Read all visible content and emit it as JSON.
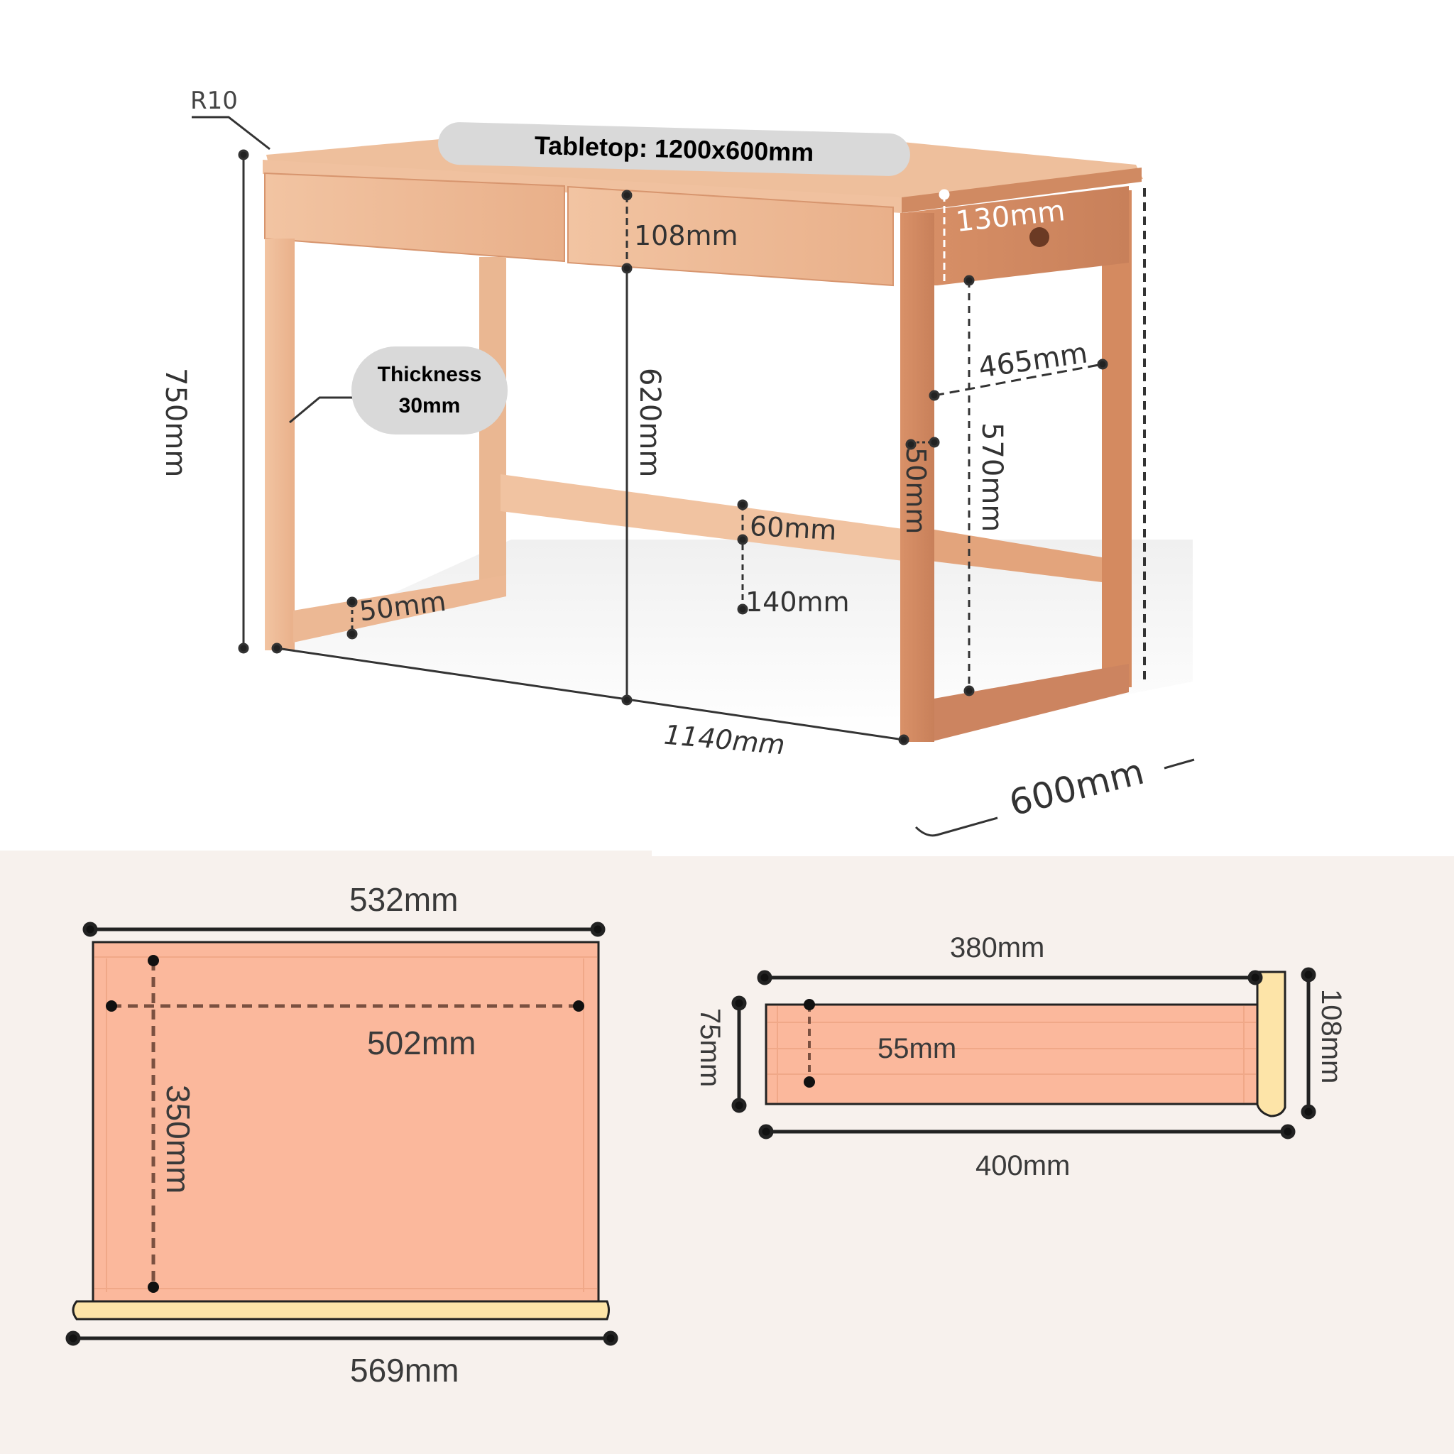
{
  "desk": {
    "tabletop_label": "Tabletop: 1200x600mm",
    "corner_radius": "R10",
    "thickness_label": "Thickness",
    "thickness_value": "30mm",
    "dims": {
      "total_height": "750mm",
      "drawer_height": "108mm",
      "knee_height": "620mm",
      "side_apron": "130mm",
      "side_inner_depth": "465mm",
      "leg_width": "50mm",
      "side_inner_height": "570mm",
      "stretcher_height": "60mm",
      "stretcher_floor_gap": "140mm",
      "foot_rail_height": "50mm",
      "front_inner_width": "1140mm",
      "depth": "600mm"
    }
  },
  "drawer_top_view": {
    "inner_width_top": "532mm",
    "inner_width": "502mm",
    "inner_depth": "350mm",
    "outer_width": "569mm"
  },
  "drawer_side_view": {
    "box_length": "380mm",
    "box_height": "75mm",
    "inner_height": "55mm",
    "front_height": "108mm",
    "total_length": "400mm"
  },
  "colors": {
    "wood": "#e7a77e",
    "wood_light": "#f3c6a5",
    "drawer_fill": "#fbb89c",
    "drawer_front": "#fde4a8",
    "bottom_bg": "#f7f1ed",
    "pill_bg": "#d9d9d9",
    "line": "#333333"
  }
}
